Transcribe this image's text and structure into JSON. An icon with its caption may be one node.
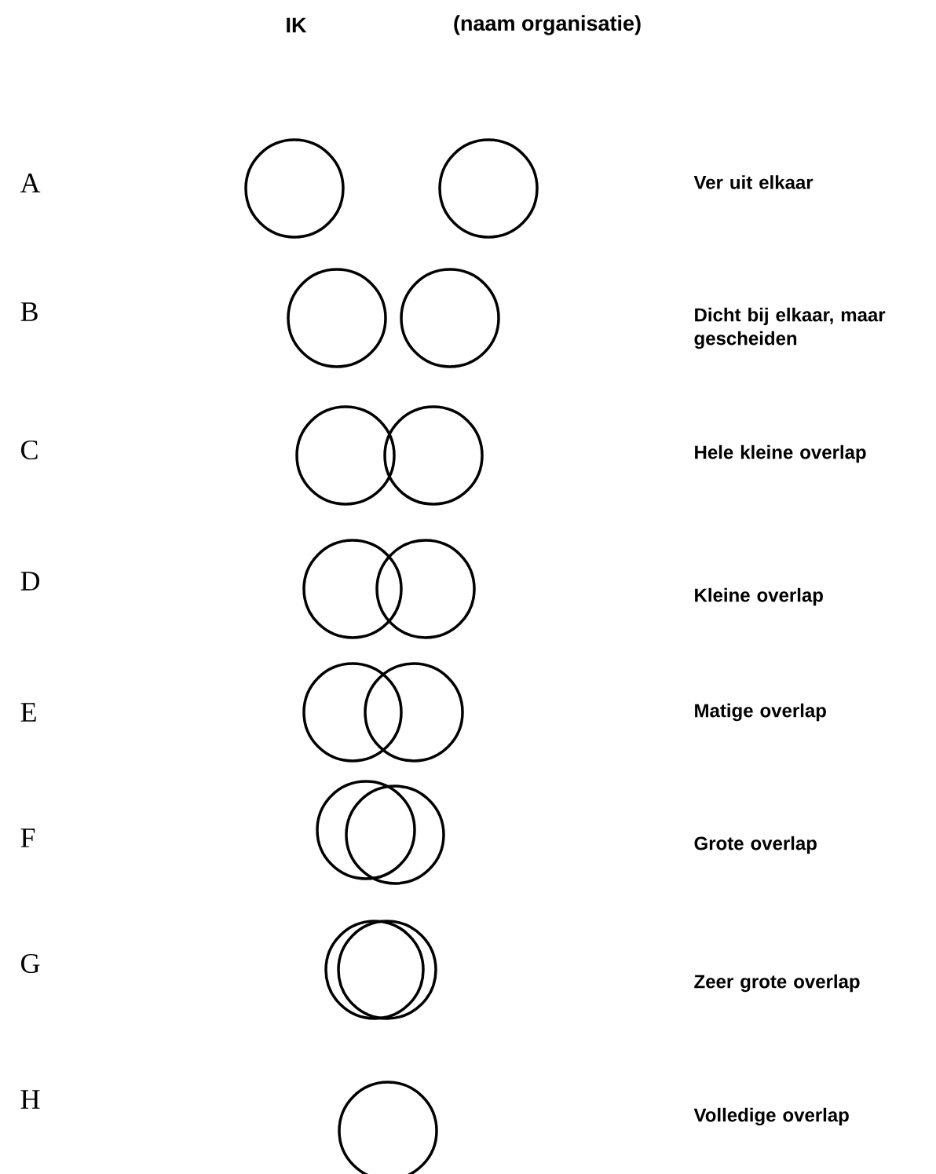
{
  "diagram": {
    "labels": [
      "IK",
      "(naam organisatie)",
      "A",
      "Ver uit elkaar",
      "B",
      "Dicht bij elkaar, maar gescheiden",
      "C",
      "Hele kleine overlap",
      "D",
      "Kleine overlap",
      "E",
      "Matige overlap",
      "F",
      "Grote overlap",
      "G",
      "Zeer grote overlap",
      "H",
      "Volledige overlap"
    ]
  }
}
